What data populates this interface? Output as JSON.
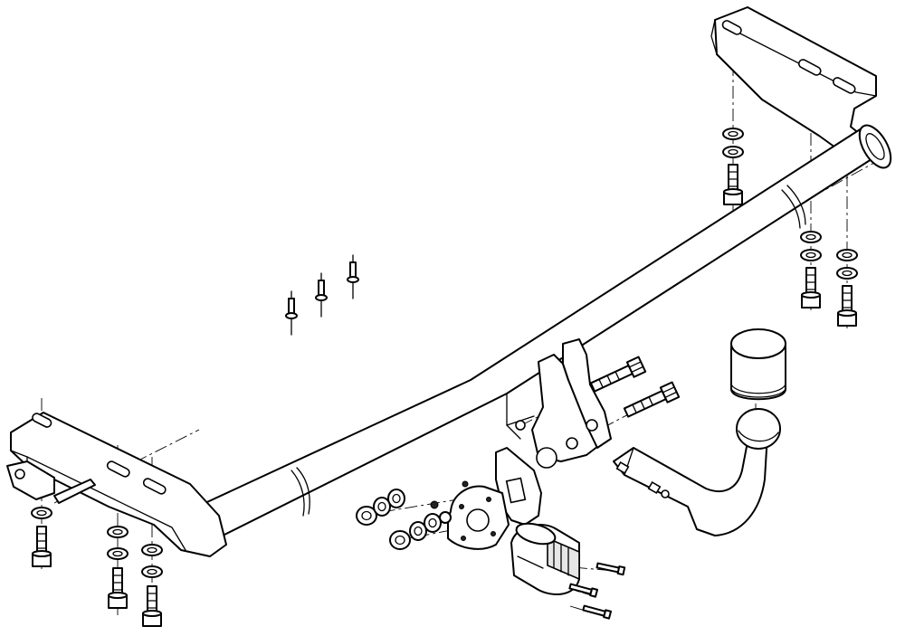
{
  "diagram": {
    "background": "#ffffff",
    "line_color": "#000000",
    "parts": [
      "crossbar-tube",
      "left-mounting-bracket",
      "right-mounting-bracket",
      "center-hitch-plate",
      "tow-ball-neck",
      "tow-ball-cap",
      "electrical-socket",
      "socket-mounting-plate",
      "hex-bolt",
      "washer",
      "hex-nut",
      "rivet",
      "screw"
    ]
  }
}
